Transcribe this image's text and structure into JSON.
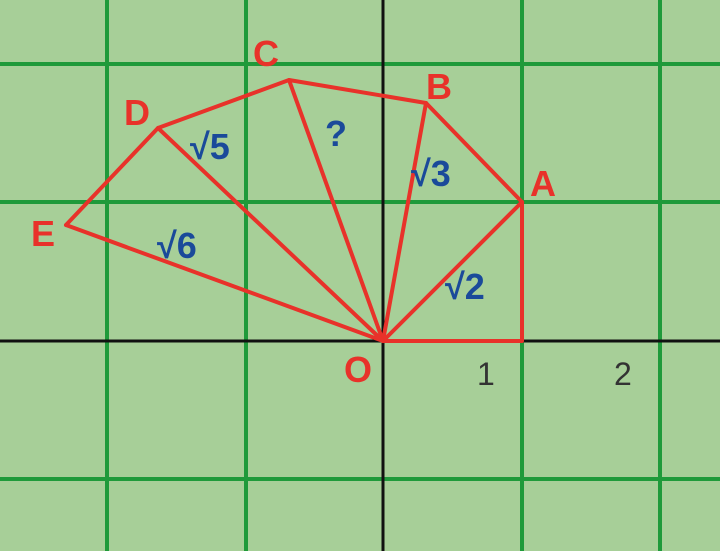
{
  "colors": {
    "background": "#a7cf98",
    "grid": "#1f9a3a",
    "axis": "#111111",
    "figure": "#e8322a",
    "point_label": "#e8322a",
    "length_label": "#1a4a9a",
    "tick_label": "#333333"
  },
  "points": {
    "O": "O",
    "A": "A",
    "B": "B",
    "C": "C",
    "D": "D",
    "E": "E"
  },
  "segment_labels": {
    "OA": "√2",
    "OB": "√3",
    "OC": "?",
    "OD": "√5",
    "OE": "√6"
  },
  "axis_ticks": {
    "x1": "1",
    "x2": "2"
  }
}
